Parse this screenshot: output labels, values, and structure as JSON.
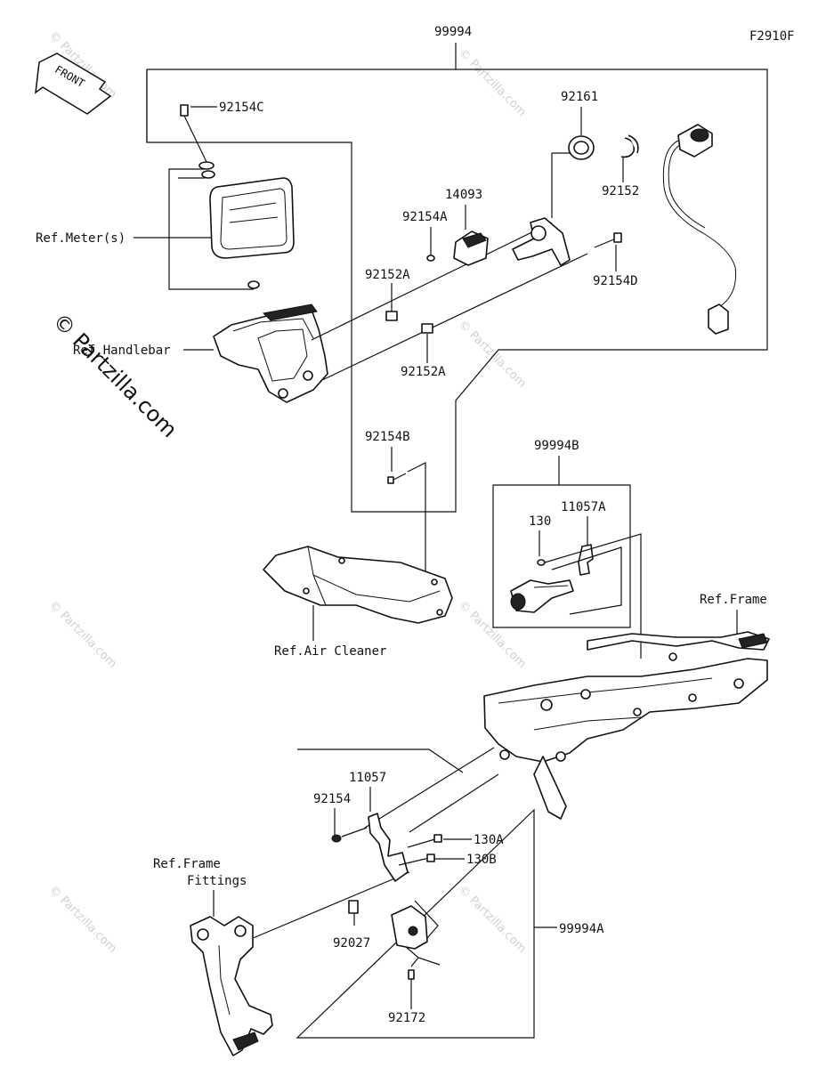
{
  "figure_code": "F2910F",
  "watermark": {
    "big": "© Partzilla.com",
    "small": "© Partzilla.com"
  },
  "front_badge": "FRONT",
  "groups": {
    "g99994": "99994",
    "g99994A": "99994A",
    "g99994B": "99994B"
  },
  "parts": {
    "p92154C": "92154C",
    "p92161": "92161",
    "p92152": "92152",
    "p14093": "14093",
    "p92154A": "92154A",
    "p92154D": "92154D",
    "p92152A_top": "92152A",
    "p92152A_bot": "92152A",
    "p92154B": "92154B",
    "p130": "130",
    "p11057A": "11057A",
    "p11057": "11057",
    "p92154": "92154",
    "p130A": "130A",
    "p130B": "130B",
    "p92027": "92027",
    "p92172": "92172"
  },
  "refs": {
    "meter": "Ref.Meter(s)",
    "handlebar": "Ref.Handlebar",
    "air_cleaner": "Ref.Air Cleaner",
    "frame": "Ref.Frame",
    "frame_fittings_1": "Ref.Frame",
    "frame_fittings_2": "Fittings"
  }
}
